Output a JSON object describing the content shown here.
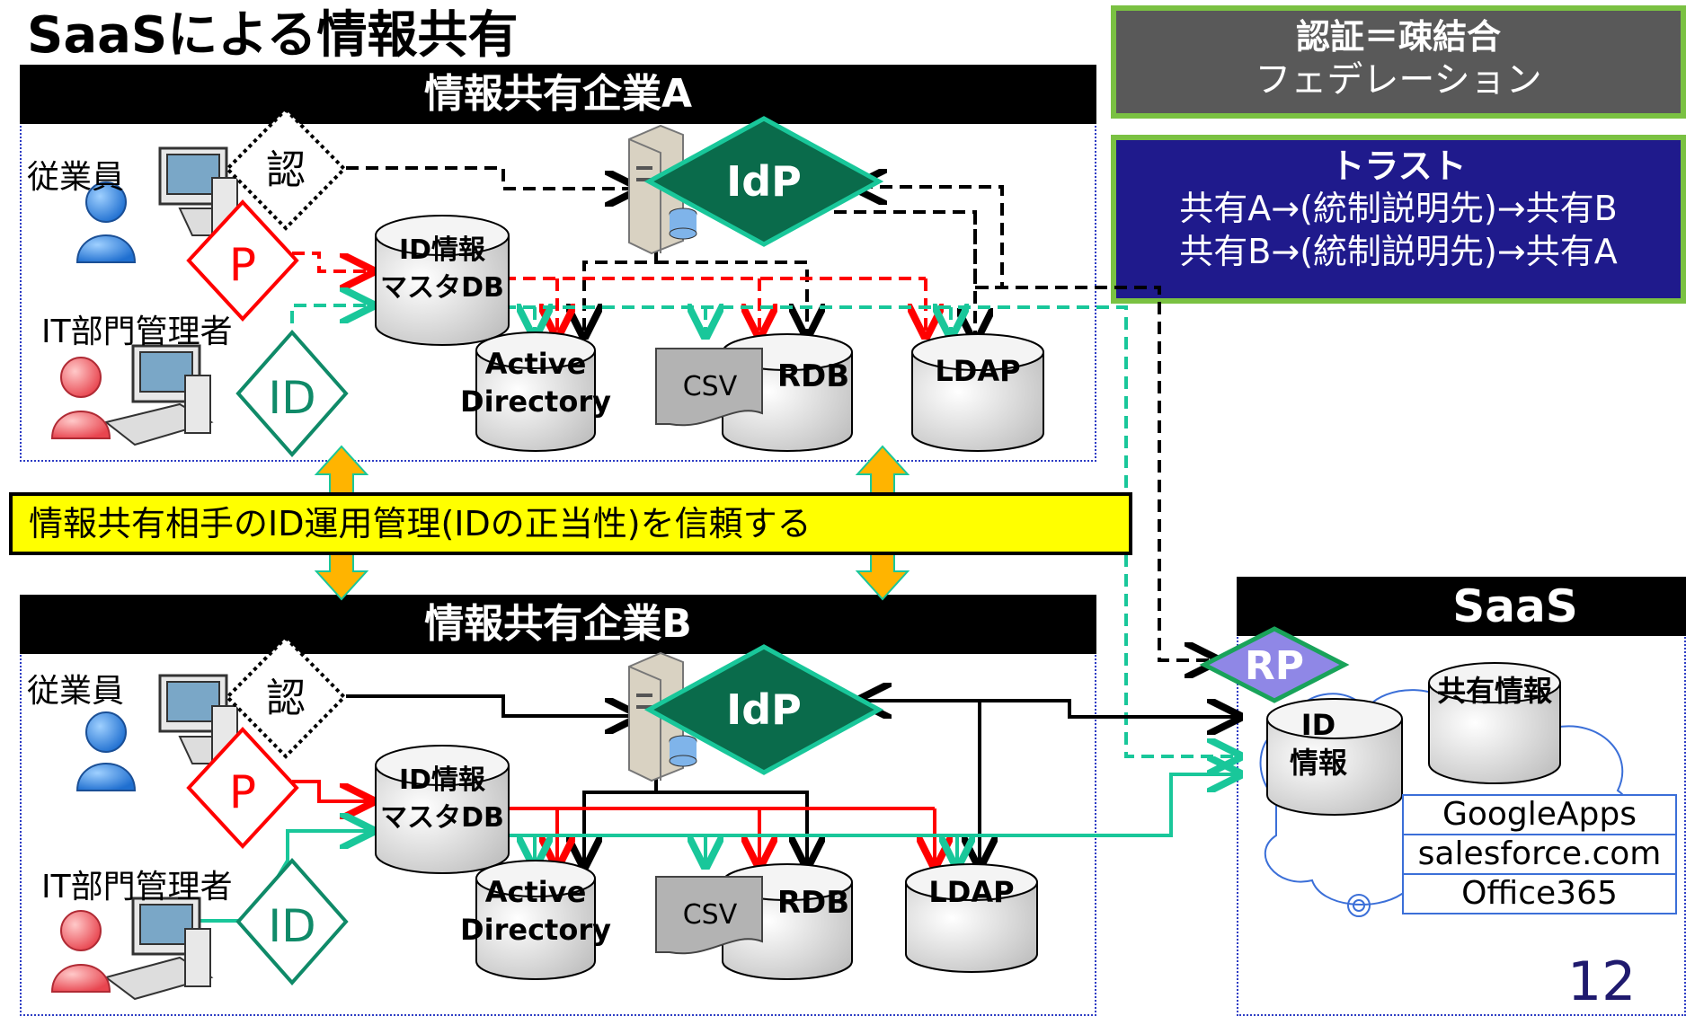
{
  "title": "SaaSによる情報共有",
  "auth_box": {
    "heading": "認証＝疎結合",
    "sub": "フェデレーション"
  },
  "trust_box": {
    "heading": "トラスト",
    "line1": "共有A→(統制説明先)→共有B",
    "line2": "共有B→(統制説明先)→共有A"
  },
  "company_a": {
    "header": "情報共有企業A"
  },
  "company_b": {
    "header": "情報共有企業B"
  },
  "saas": {
    "header": "SaaS",
    "rp": "RP",
    "shared_info": "共有情報",
    "id_info": "ID\n情報",
    "services": [
      "GoogleApps",
      "salesforce.com",
      "Office365"
    ]
  },
  "banner": "情報共有相手のID運用管理(IDの正当性)を信頼する",
  "labels": {
    "employee": "従業員",
    "it_admin": "IT部門管理者",
    "auth_mark": "認",
    "p_mark": "P",
    "id_mark": "ID",
    "idp": "IdP",
    "master_db": [
      "ID情報",
      "マスタDB"
    ],
    "ad": [
      "Active",
      "Directory"
    ],
    "csv": "CSV",
    "rdb": "RDB",
    "ldap": "LDAP"
  },
  "page_number": "12",
  "colors": {
    "green_accent": "#7ac142",
    "trust_bg": "#1f1a8c",
    "auth_bg": "#595959",
    "idp_green": "#0a6b4b",
    "rp_purple": "#8f87e6",
    "provision_red": "#ff0000",
    "sync_teal": "#19c79a",
    "banner_yellow": "#ffff00",
    "arrow_orange": "#ffb400"
  }
}
